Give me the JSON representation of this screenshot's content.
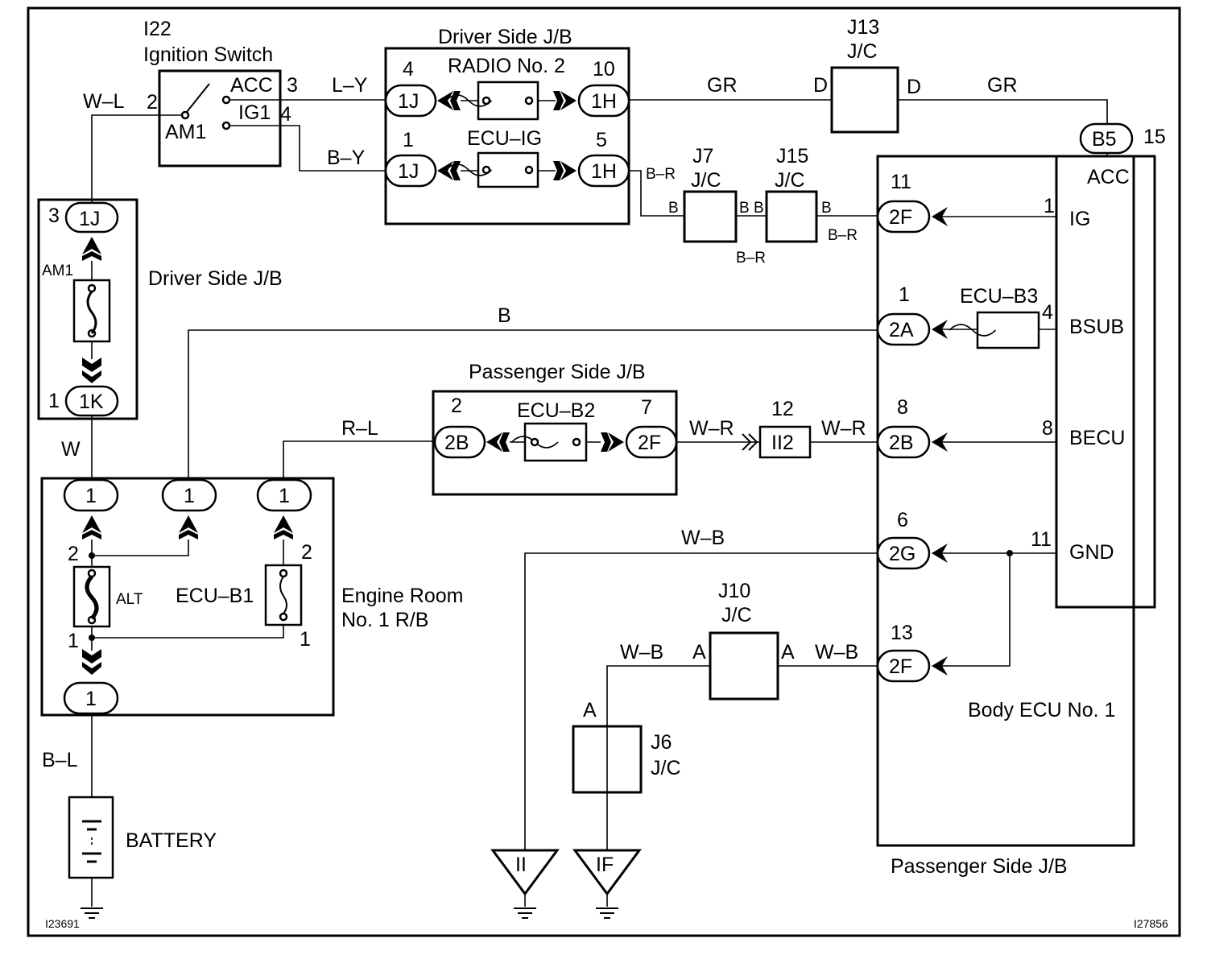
{
  "ignition_switch": {
    "id": "I22",
    "name": "Ignition Switch",
    "acc": "ACC",
    "ig1": "IG1",
    "am1": "AM1",
    "pin_acc": "3",
    "pin_ig1": "4",
    "pin_am1": "2"
  },
  "driver_jb_top": {
    "title": "Driver Side J/B",
    "fuse1": "RADIO No. 2",
    "fuse2": "ECU–IG",
    "c1": "1J",
    "c2": "1H",
    "c3": "1J",
    "c4": "1H",
    "p1": "4",
    "p2": "10",
    "p3": "1",
    "p4": "5"
  },
  "driver_jb_left": {
    "title": "Driver Side J/B",
    "fuse": "AM1",
    "c_top": "1J",
    "c_bot": "1K",
    "p_top": "3",
    "p_bot": "1"
  },
  "engine_rb": {
    "title1": "Engine Room",
    "title2": "No. 1 R/B",
    "fuse_alt": "ALT",
    "fuse_ecu": "ECU–B1",
    "c": "1",
    "p2a": "2",
    "p2b": "2",
    "p1a": "1",
    "p1b": "1"
  },
  "battery": {
    "label": "BATTERY"
  },
  "passenger_jb_mid": {
    "title": "Passenger Side J/B",
    "fuse": "ECU–B2",
    "c1": "2B",
    "c2": "2F",
    "p1": "2",
    "p2": "7"
  },
  "junctions": {
    "j13": "J13",
    "j7": "J7",
    "j15": "J15",
    "j10": "J10",
    "j6": "J6",
    "jc": "J/C",
    "d": "D",
    "b": "B",
    "a": "A"
  },
  "connector_ii2": {
    "label": "II2",
    "pin": "12"
  },
  "b5": {
    "label": "B5",
    "pin": "15"
  },
  "passenger_jb_right": {
    "title": "Passenger Side J/B",
    "fuse": "ECU–B3",
    "c_2f_top": "2F",
    "c_2a": "2A",
    "c_2b": "2B",
    "c_2g": "2G",
    "c_2f_bot": "2F",
    "p_11": "11",
    "p_1": "1",
    "p_8": "8",
    "p_6": "6",
    "p_13": "13"
  },
  "body_ecu": {
    "title": "Body ECU No. 1",
    "acc": "ACC",
    "ig": "IG",
    "bsub": "BSUB",
    "becu": "BECU",
    "gnd": "GND",
    "p1": "1",
    "p4": "4",
    "p8": "8",
    "p11": "11"
  },
  "wires": {
    "wl": "W–L",
    "ly": "L–Y",
    "by": "B–Y",
    "gr": "GR",
    "br": "B–R",
    "b": "B",
    "w": "W",
    "rl": "R–L",
    "wr": "W–R",
    "wb": "W–B",
    "bl": "B–L"
  },
  "grounds": {
    "ii": "II",
    "if": "IF"
  },
  "codes": {
    "left": "I23691",
    "right": "I27856"
  }
}
